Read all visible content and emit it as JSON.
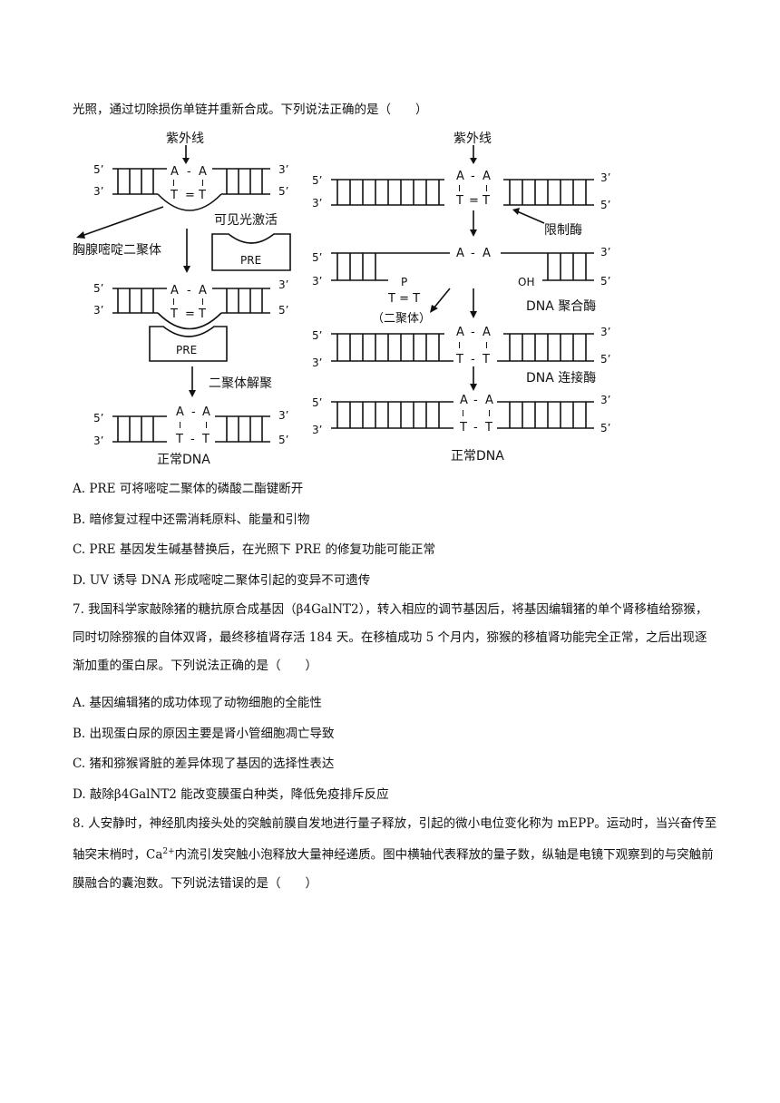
{
  "intro_line": "光照，通过切除损伤单链并重新合成。下列说法正确的是（　　）",
  "figure": {
    "left": {
      "uv_label": "紫外线",
      "end_5": "5’",
      "end_3": "3’",
      "base_a": "A",
      "base_t": "T",
      "dash": "-",
      "bond_eq": "=",
      "bond_bar": "I",
      "dimer_label": "胸腺嘧啶二聚体",
      "light_label": "可见光激活",
      "pre_label": "PRE",
      "unbind_label": "二聚体解聚",
      "normal_label": "正常DNA"
    },
    "right": {
      "uv_label": "紫外线",
      "enzyme_restrict": "限制酶",
      "p_label": "P",
      "oh_label": "OH",
      "dimer_pair": "T = T",
      "dimer_label": "（二聚体）",
      "polymerase": "DNA 聚合酶",
      "ligase": "DNA 连接酶",
      "normal_label": "正常DNA"
    }
  },
  "q6_options": [
    "A. PRE 可将嘧啶二聚体的磷酸二酯键断开",
    "B. 暗修复过程中还需消耗原料、能量和引物",
    "C. PRE 基因发生碱基替换后，在光照下 PRE 的修复功能可能正常",
    "D. UV 诱导 DNA 形成嘧啶二聚体引起的变异不可遗传"
  ],
  "q7": {
    "stem": "7. 我国科学家敲除猪的糖抗原合成基因（β4GalNT2），转入相应的调节基因后，将基因编辑猪的单个肾移植给猕猴，同时切除猕猴的自体双肾，最终移植肾存活 184 天。在移植成功 5 个月内，猕猴的移植肾功能完全正常，之后出现逐渐加重的蛋白尿。下列说法正确的是（　　）",
    "options": [
      "A. 基因编辑猪的成功体现了动物细胞的全能性",
      "B. 出现蛋白尿的原因主要是肾小管细胞凋亡导致",
      "C. 猪和猕猴肾脏的差异体现了基因的选择性表达",
      "D. 敲除β4GalNT2 能改变膜蛋白种类，降低免疫排斥反应"
    ]
  },
  "q8": {
    "stem_a": "8. 人安静时，神经肌肉接头处的突触前膜自发地进行量子释放，引起的微小电位变化称为 mEPP。运动时，当兴奋传至轴突末梢时，Ca",
    "sup": "2+",
    "stem_b": "内流引发突触小泡释放大量神经递质。图中横轴代表释放的量子数，纵轴是电镜下观察到的与突触前膜融合的囊泡数。下列说法错误的是（　　）"
  }
}
